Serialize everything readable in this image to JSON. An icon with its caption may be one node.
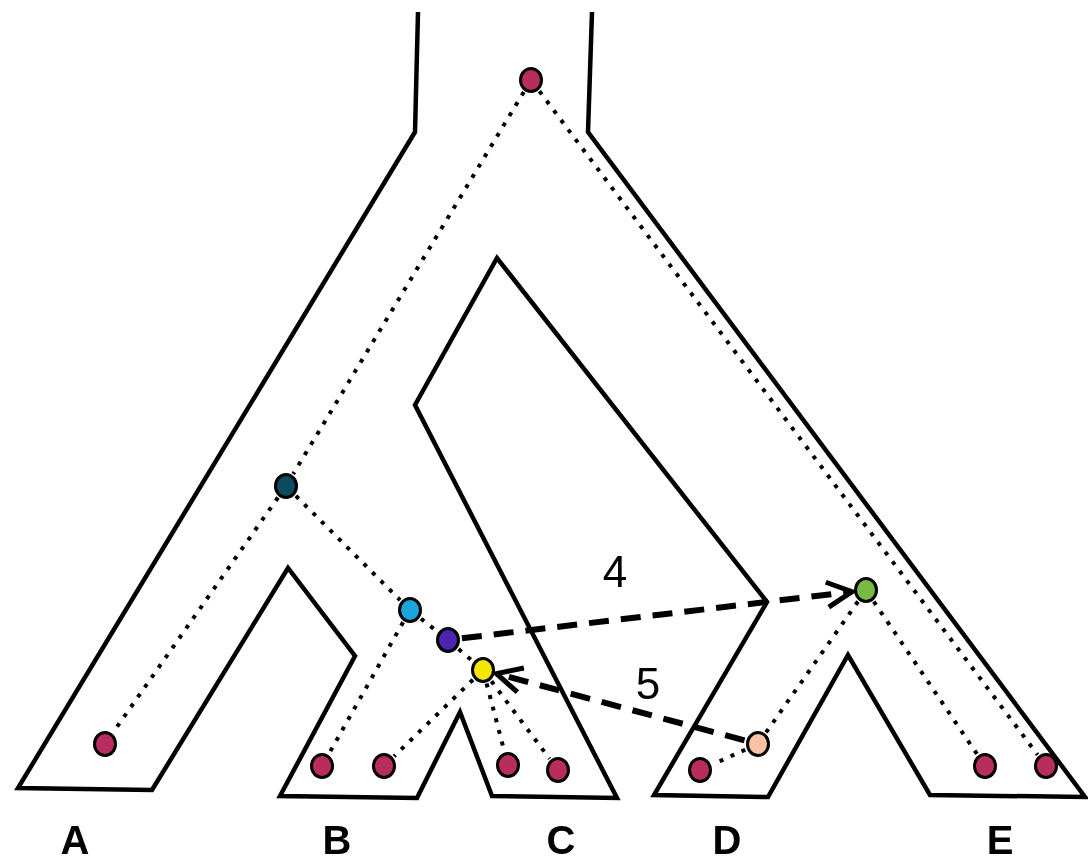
{
  "diagram": {
    "nodes": [
      {
        "text": [],
        "shape": "circle"
      },
      {
        "text": [],
        "shape": "circle"
      },
      {
        "text": [],
        "shape": "circle"
      },
      {
        "text": [],
        "shape": "circle"
      },
      {
        "text": [],
        "shape": "circle"
      },
      {
        "text": [],
        "shape": "circle"
      },
      {
        "text": [],
        "shape": "circle"
      },
      {
        "text": [],
        "shape": "circle"
      },
      {
        "text": [],
        "shape": "circle"
      },
      {
        "text": [],
        "shape": "circle"
      },
      {
        "text": [],
        "shape": "circle"
      },
      {
        "text": [],
        "shape": "circle"
      },
      {
        "text": [],
        "shape": "circle"
      },
      {
        "text": [],
        "shape": "circle"
      },
      {
        "text": [],
        "shape": "circle"
      }
    ],
    "edges": [
      {
        "from": 0,
        "to": 1,
        "arrow": "none"
      },
      {
        "from": 0,
        "to": 14,
        "arrow": "none"
      },
      {
        "from": 1,
        "to": 6,
        "arrow": "none"
      },
      {
        "from": 1,
        "to": 3,
        "arrow": "none"
      },
      {
        "from": 3,
        "to": 8,
        "arrow": "none"
      },
      {
        "from": 3,
        "to": 4,
        "arrow": "none"
      },
      {
        "from": 4,
        "to": 5,
        "arrow": "none"
      },
      {
        "from": 5,
        "to": 9,
        "arrow": "none"
      },
      {
        "from": 5,
        "to": 10,
        "arrow": "none"
      },
      {
        "from": 5,
        "to": 11,
        "arrow": "none"
      },
      {
        "from": 2,
        "to": 7,
        "arrow": "none"
      },
      {
        "from": 2,
        "to": 13,
        "arrow": "none"
      },
      {
        "from": 7,
        "to": 12,
        "arrow": "none"
      },
      {
        "from": 4,
        "to": 2,
        "arrow": "to",
        "label": "4",
        "style": "dashed"
      },
      {
        "from": 7,
        "to": 5,
        "arrow": "to",
        "label": "5",
        "style": "dashed"
      }
    ],
    "labels": [
      "A",
      "B",
      "C",
      "D",
      "E"
    ]
  }
}
